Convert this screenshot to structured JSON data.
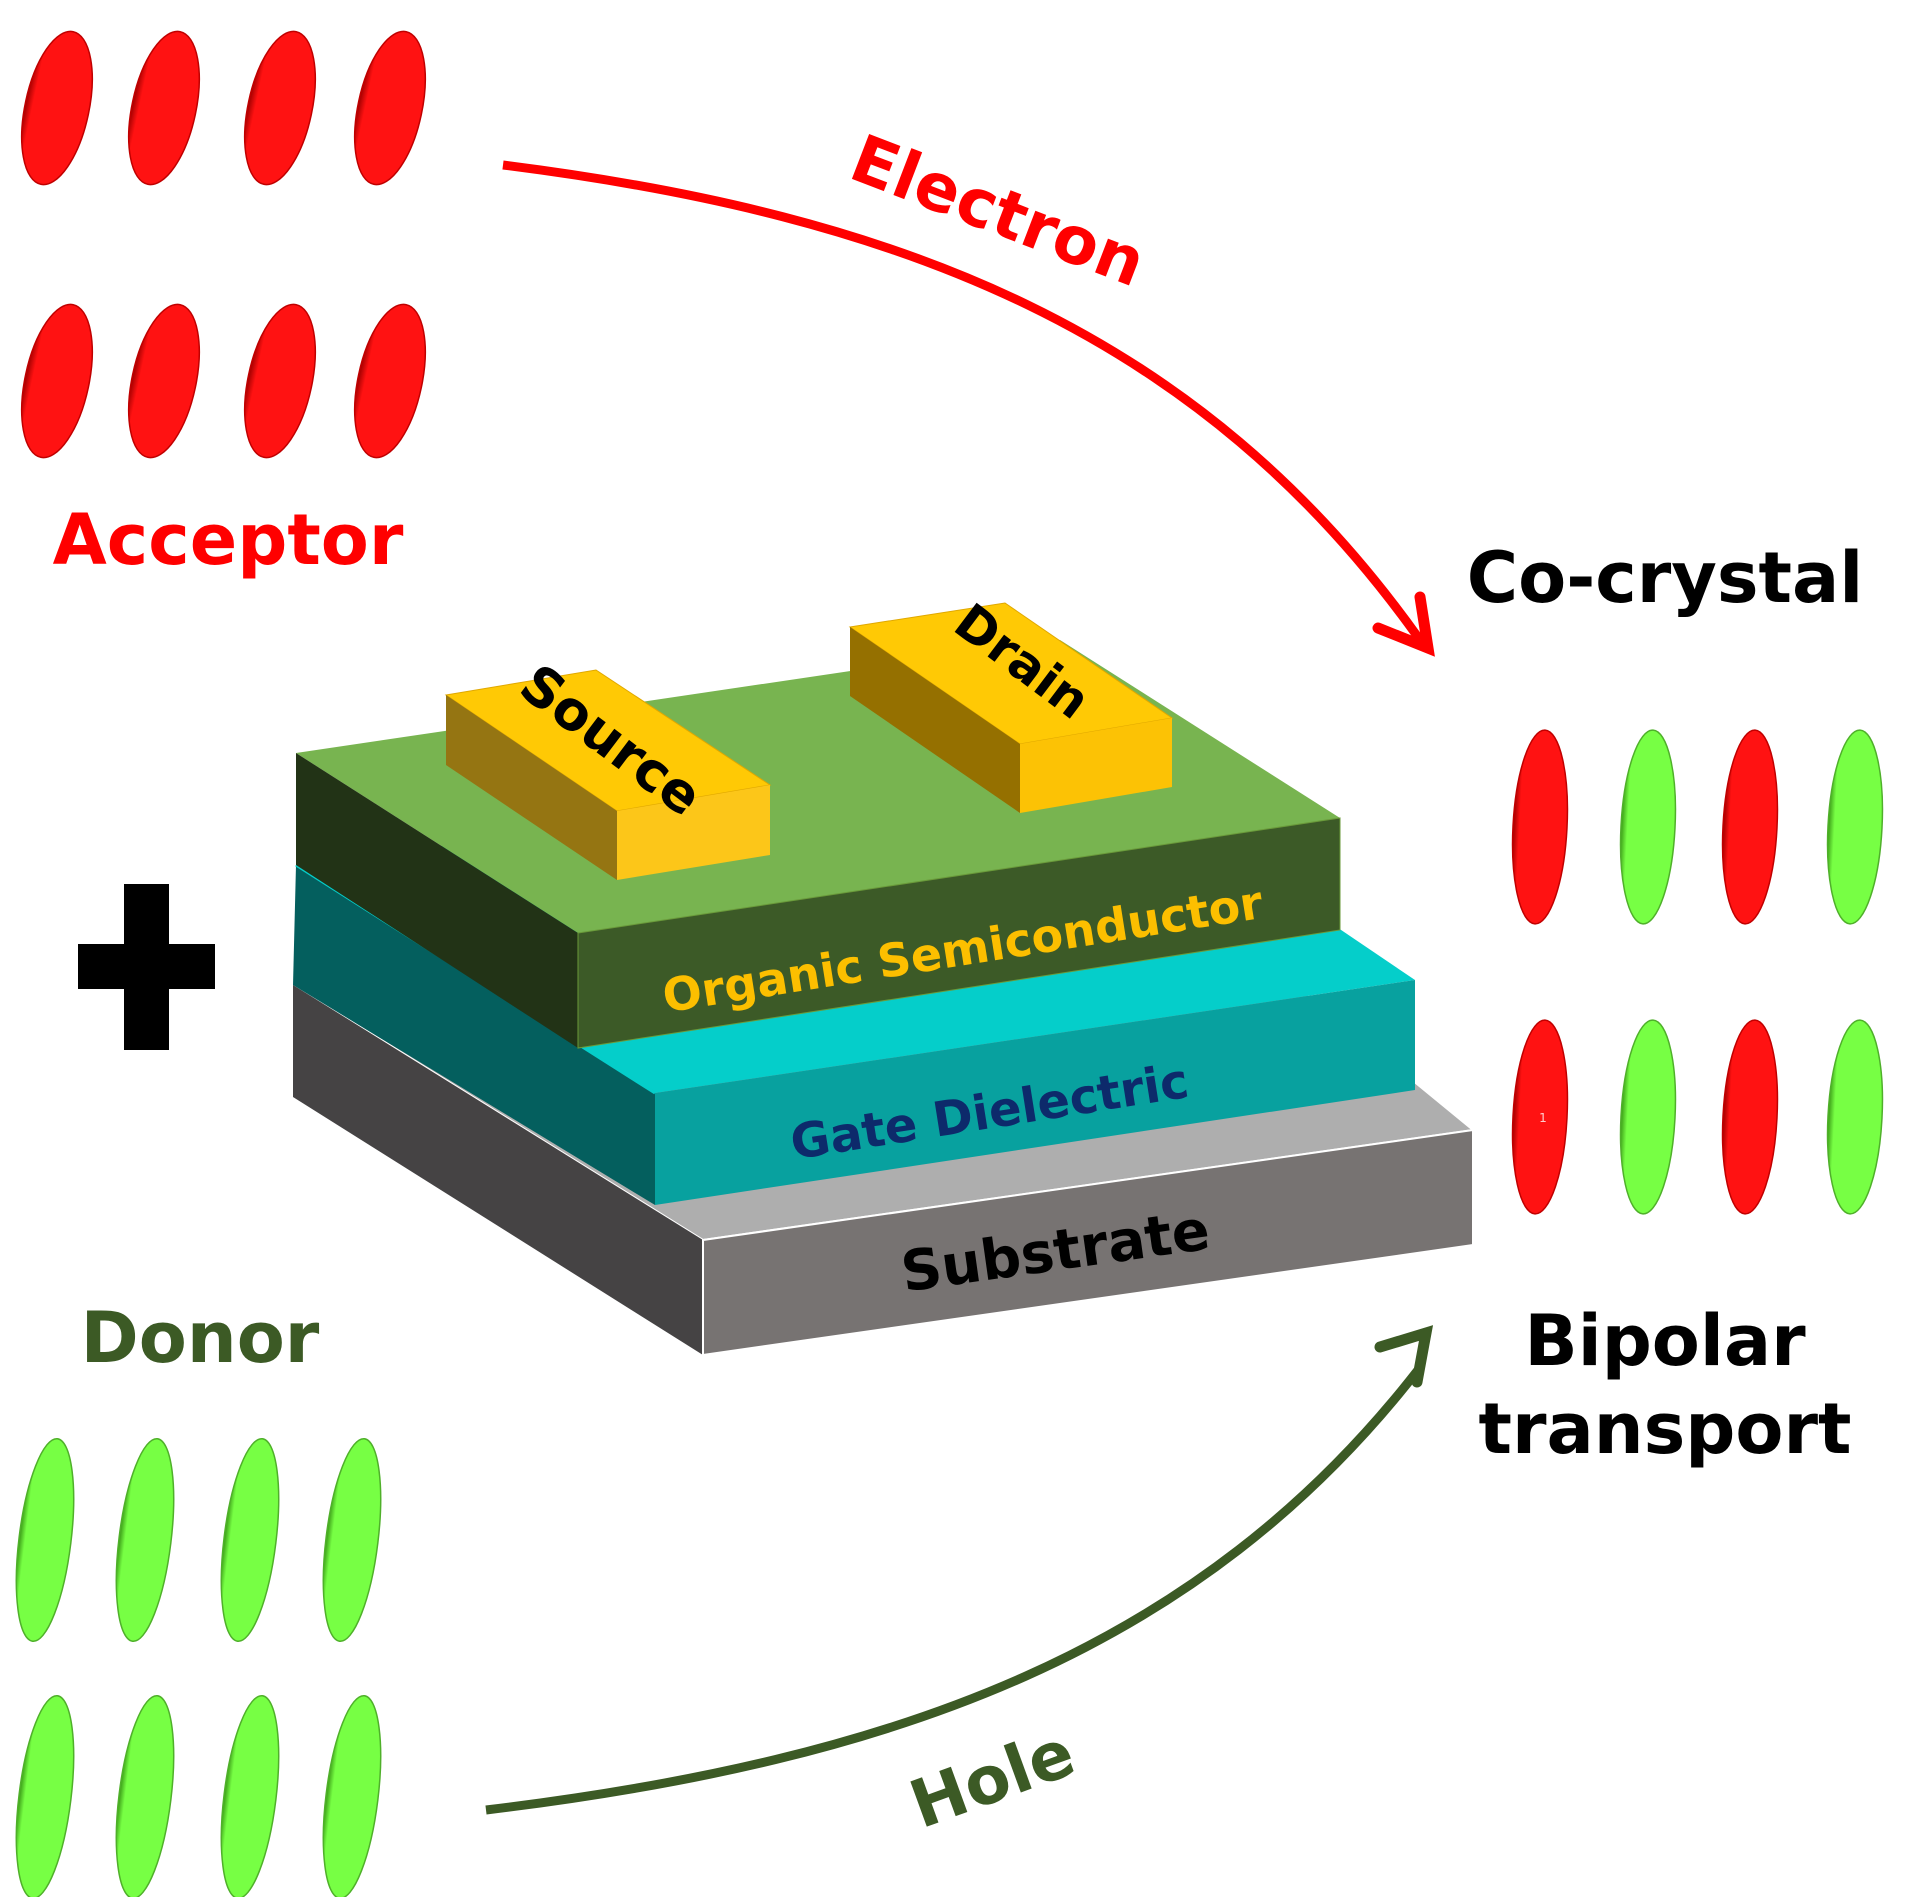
{
  "labels": {
    "acceptor": "Acceptor",
    "donor": "Donor",
    "co_crystal": "Co-crystal",
    "bipolar_line1": "Bipolar",
    "bipolar_line2": "transport",
    "electron": "Electron",
    "hole": "Hole",
    "plus": "+"
  },
  "device": {
    "source": "Source",
    "drain": "Drain",
    "organic_semiconductor": "Organic Semiconductor",
    "gate_dielectric": "Gate Dielectric",
    "substrate": "Substrate"
  },
  "cocrystal_marker": "1",
  "molecules": {
    "acceptor": {
      "color": "red",
      "count": 8
    },
    "donor": {
      "color": "green",
      "count": 8
    },
    "cocrystal": {
      "sequence": [
        "red",
        "green",
        "red",
        "green",
        "red",
        "green",
        "red",
        "green"
      ]
    }
  },
  "colors": {
    "acceptor_red": "#ff1212",
    "donor_green": "#77ff44",
    "electron_arrow": "#ff0000",
    "hole_arrow": "#3c5a25",
    "donor_label": "#3c5a25",
    "osc_top": "#78b450",
    "osc_front": "#3c5a27",
    "osc_side": "#223316",
    "dielectric_top": "#05ceca",
    "dielectric_front": "#08a19f",
    "dielectric_side": "#045f5e",
    "substrate_top": "#aeaeae",
    "substrate_front": "#777372",
    "substrate_side": "#454344",
    "electrode_top": "#ffc905",
    "electrode_front": "#fcc619",
    "electrode_side": "#957512",
    "osc_label": "#fcbf00",
    "dielectric_label": "#0d2a6b"
  }
}
